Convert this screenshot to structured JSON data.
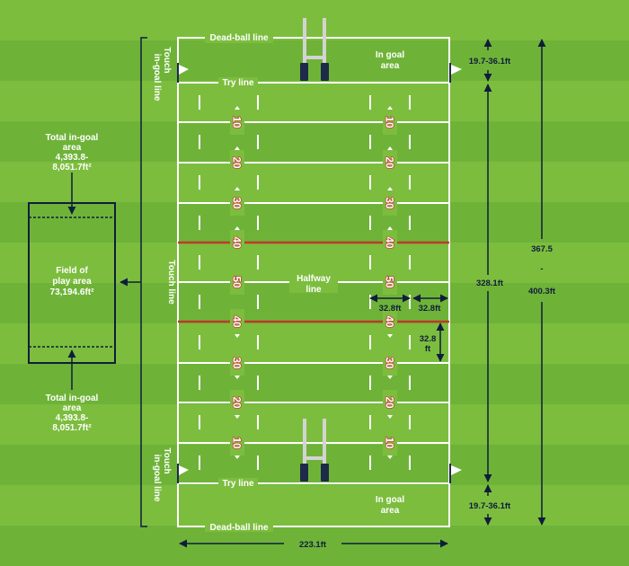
{
  "colors": {
    "grass_light": "#7cbd3e",
    "grass_dark": "#6eb338",
    "field_lines": "#ffffff",
    "ten_metre_lines": "#c0392b",
    "annotation": "#0f1d3a",
    "posts": "#d3d3d3",
    "post_pads": "#1e2a4a"
  },
  "labels": {
    "dead_ball_top": "Dead-ball line",
    "dead_ball_bottom": "Dead-ball line",
    "try_line_top": "Try line",
    "try_line_bottom": "Try line",
    "in_goal_top": [
      "In goal",
      "area"
    ],
    "in_goal_bottom": [
      "In goal",
      "area"
    ],
    "touch_in_goal_top": [
      "Touch",
      "in-goal line"
    ],
    "touch_in_goal_bottom": [
      "Touch",
      "in-goal line"
    ],
    "touch_line": "Touch line",
    "halfway_line": [
      "Halfway",
      "line"
    ]
  },
  "yard_numbers": {
    "top_half": [
      "10",
      "20",
      "30",
      "40"
    ],
    "centre": "50",
    "bottom_half": [
      "40",
      "30",
      "20",
      "10"
    ]
  },
  "dimensions": {
    "in_goal_depth_top": "19.7-36.1ft",
    "in_goal_depth_bottom": "19.7-36.1ft",
    "field_of_play_length": "328.1ft",
    "total_length": [
      "367.5",
      "-",
      "400.3ft"
    ],
    "width": "223.1ft",
    "line_spacing_a": "32.8ft",
    "line_spacing_b": "32.8ft",
    "line_spacing_vertical": [
      "32.8",
      "ft"
    ]
  },
  "inset": {
    "total_in_goal_top": [
      "Total in-goal",
      "area",
      "4,393.8-",
      "8,051.7ft²"
    ],
    "field_of_play": [
      "Field of",
      "play area",
      "73,194.6ft²"
    ],
    "total_in_goal_bottom": [
      "Total in-goal",
      "area",
      "4,393.8-",
      "8,051.7ft²"
    ]
  }
}
